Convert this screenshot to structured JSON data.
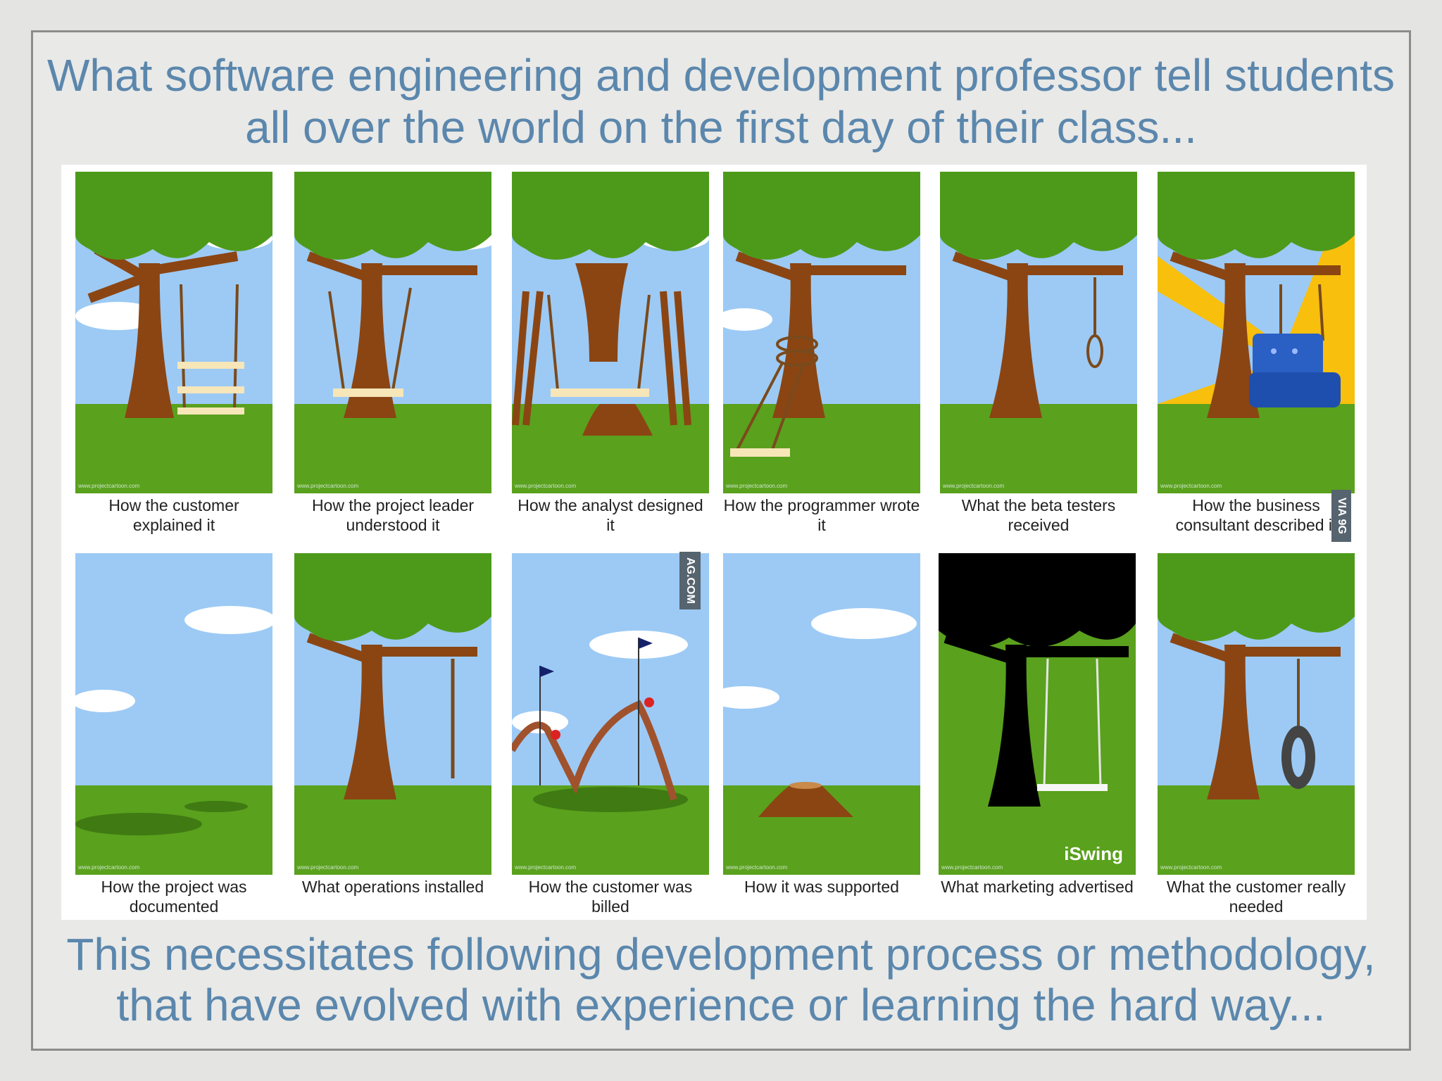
{
  "slide": {
    "title": "What software engineering and development professor tell students all over the world on the first day of their class...",
    "footer": "This necessitates following development process or methodology, that have evolved with experience or learning the hard way..."
  },
  "comic": {
    "credit": "www.projectcartoon.com",
    "watermark_1": "VIA 9G",
    "watermark_2": "AG.COM",
    "iswing_label": "iSwing",
    "panels": [
      {
        "caption": "How the customer explained it"
      },
      {
        "caption": "How the project leader understood it"
      },
      {
        "caption": "How the analyst designed it"
      },
      {
        "caption": "How the programmer wrote it"
      },
      {
        "caption": "What the beta testers received"
      },
      {
        "caption": "How the business consultant described it"
      },
      {
        "caption": "How the project was documented"
      },
      {
        "caption": "What operations installed"
      },
      {
        "caption": "How the customer was billed"
      },
      {
        "caption": "How it was supported"
      },
      {
        "caption": "What marketing advertised"
      },
      {
        "caption": "What the customer really needed"
      }
    ]
  },
  "colors": {
    "title": "#5b87ad",
    "sky": "#9ccaf5",
    "grass": "#5aa11d",
    "trunk": "#8b4513",
    "leaves": "#4d9a1a"
  }
}
